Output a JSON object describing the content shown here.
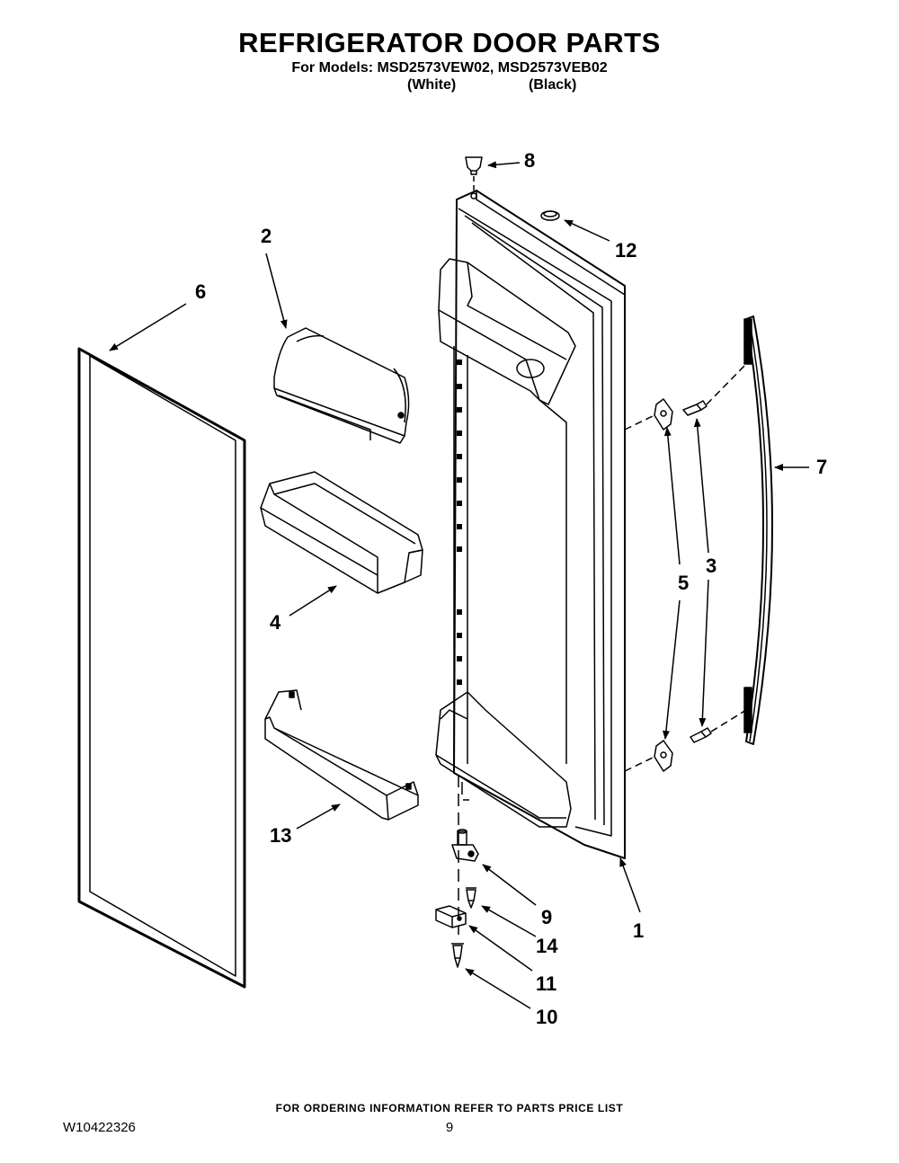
{
  "header": {
    "title": "REFRIGERATOR DOOR PARTS",
    "models_line": "For Models: MSD2573VEW02, MSD2573VEB02",
    "variant_white": "(White)",
    "variant_black": "(Black)"
  },
  "callouts": {
    "c1": "1",
    "c2": "2",
    "c3": "3",
    "c4": "4",
    "c5": "5",
    "c6": "6",
    "c7": "7",
    "c8": "8",
    "c9": "9",
    "c10": "10",
    "c11": "11",
    "c12": "12",
    "c13": "13",
    "c14": "14"
  },
  "footer": {
    "ordering_note": "FOR ORDERING INFORMATION REFER TO PARTS PRICE LIST",
    "document_number": "W10422326",
    "page_number": "9"
  }
}
